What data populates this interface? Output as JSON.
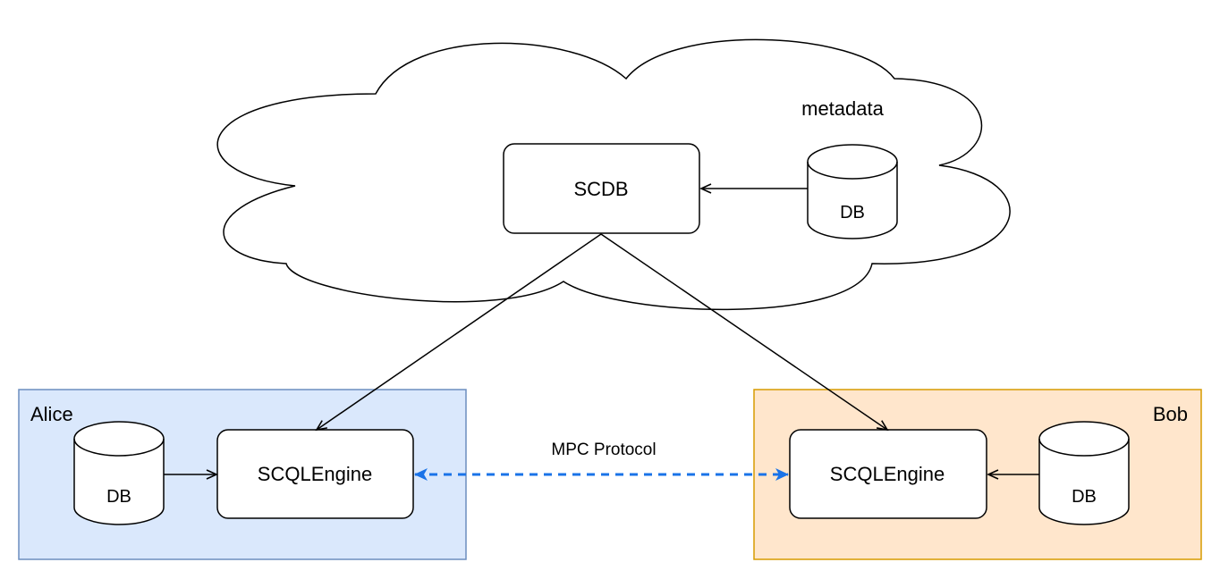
{
  "diagram": {
    "cloud": {
      "label": "metadata",
      "fill": "#ffffff",
      "stroke": "#000000"
    },
    "scdb": {
      "label": "SCDB"
    },
    "meta_db": {
      "label": "DB"
    },
    "alice": {
      "label": "Alice",
      "fill": "#dae8fc",
      "stroke": "#6c8ebf",
      "engine_label": "SCQLEngine",
      "db_label": "DB"
    },
    "bob": {
      "label": "Bob",
      "fill": "#ffe6cc",
      "stroke": "#d79b00",
      "engine_label": "SCQLEngine",
      "db_label": "DB"
    },
    "mpc": {
      "label": "MPC Protocol",
      "color": "#1a73e8"
    }
  }
}
